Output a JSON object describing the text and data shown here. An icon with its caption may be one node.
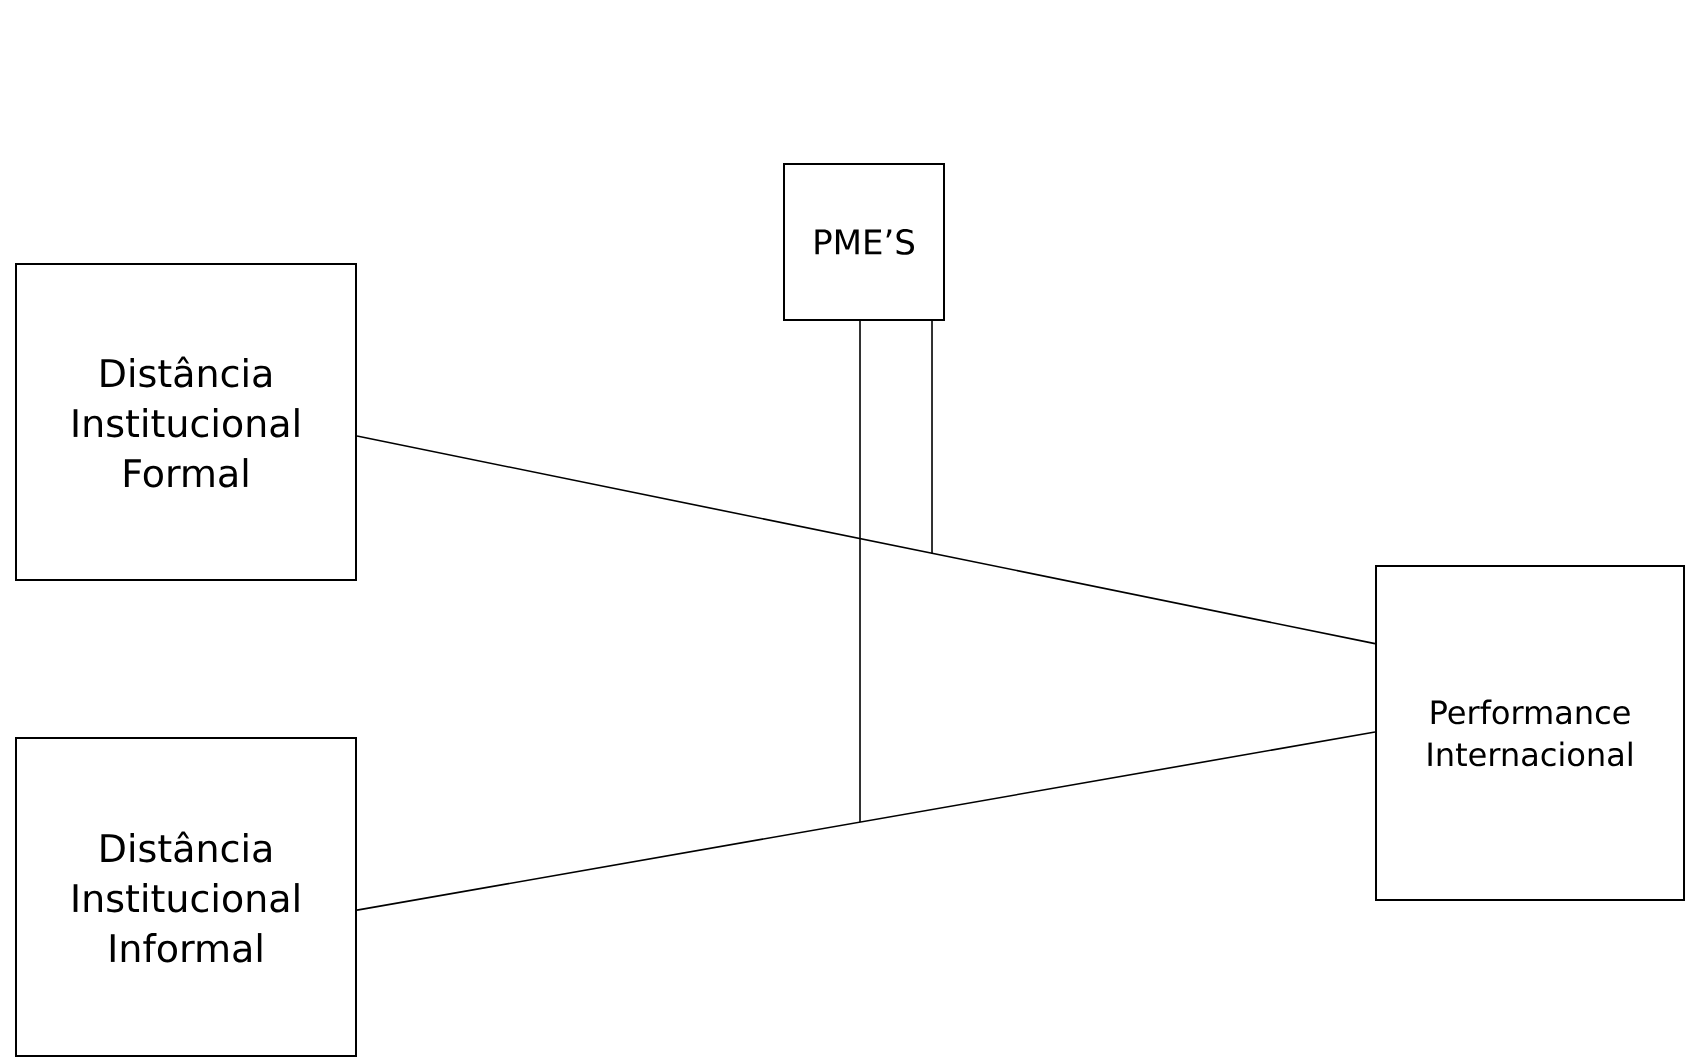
{
  "diagram": {
    "nodes": [
      {
        "text": [
          "PME’S"
        ]
      },
      {
        "text": [
          "Distância Institucional Formal"
        ]
      },
      {
        "text": [
          "Distância Institucional Informal"
        ]
      },
      {
        "text": [
          "Performance Internacional"
        ]
      }
    ],
    "edges": [
      {
        "from": 1,
        "to": 3,
        "arrow": "none"
      },
      {
        "from": 2,
        "to": 3,
        "arrow": "none"
      },
      {
        "from": 0,
        "to": null,
        "arrow": "none"
      },
      {
        "from": 0,
        "to": null,
        "arrow": "none"
      }
    ]
  }
}
